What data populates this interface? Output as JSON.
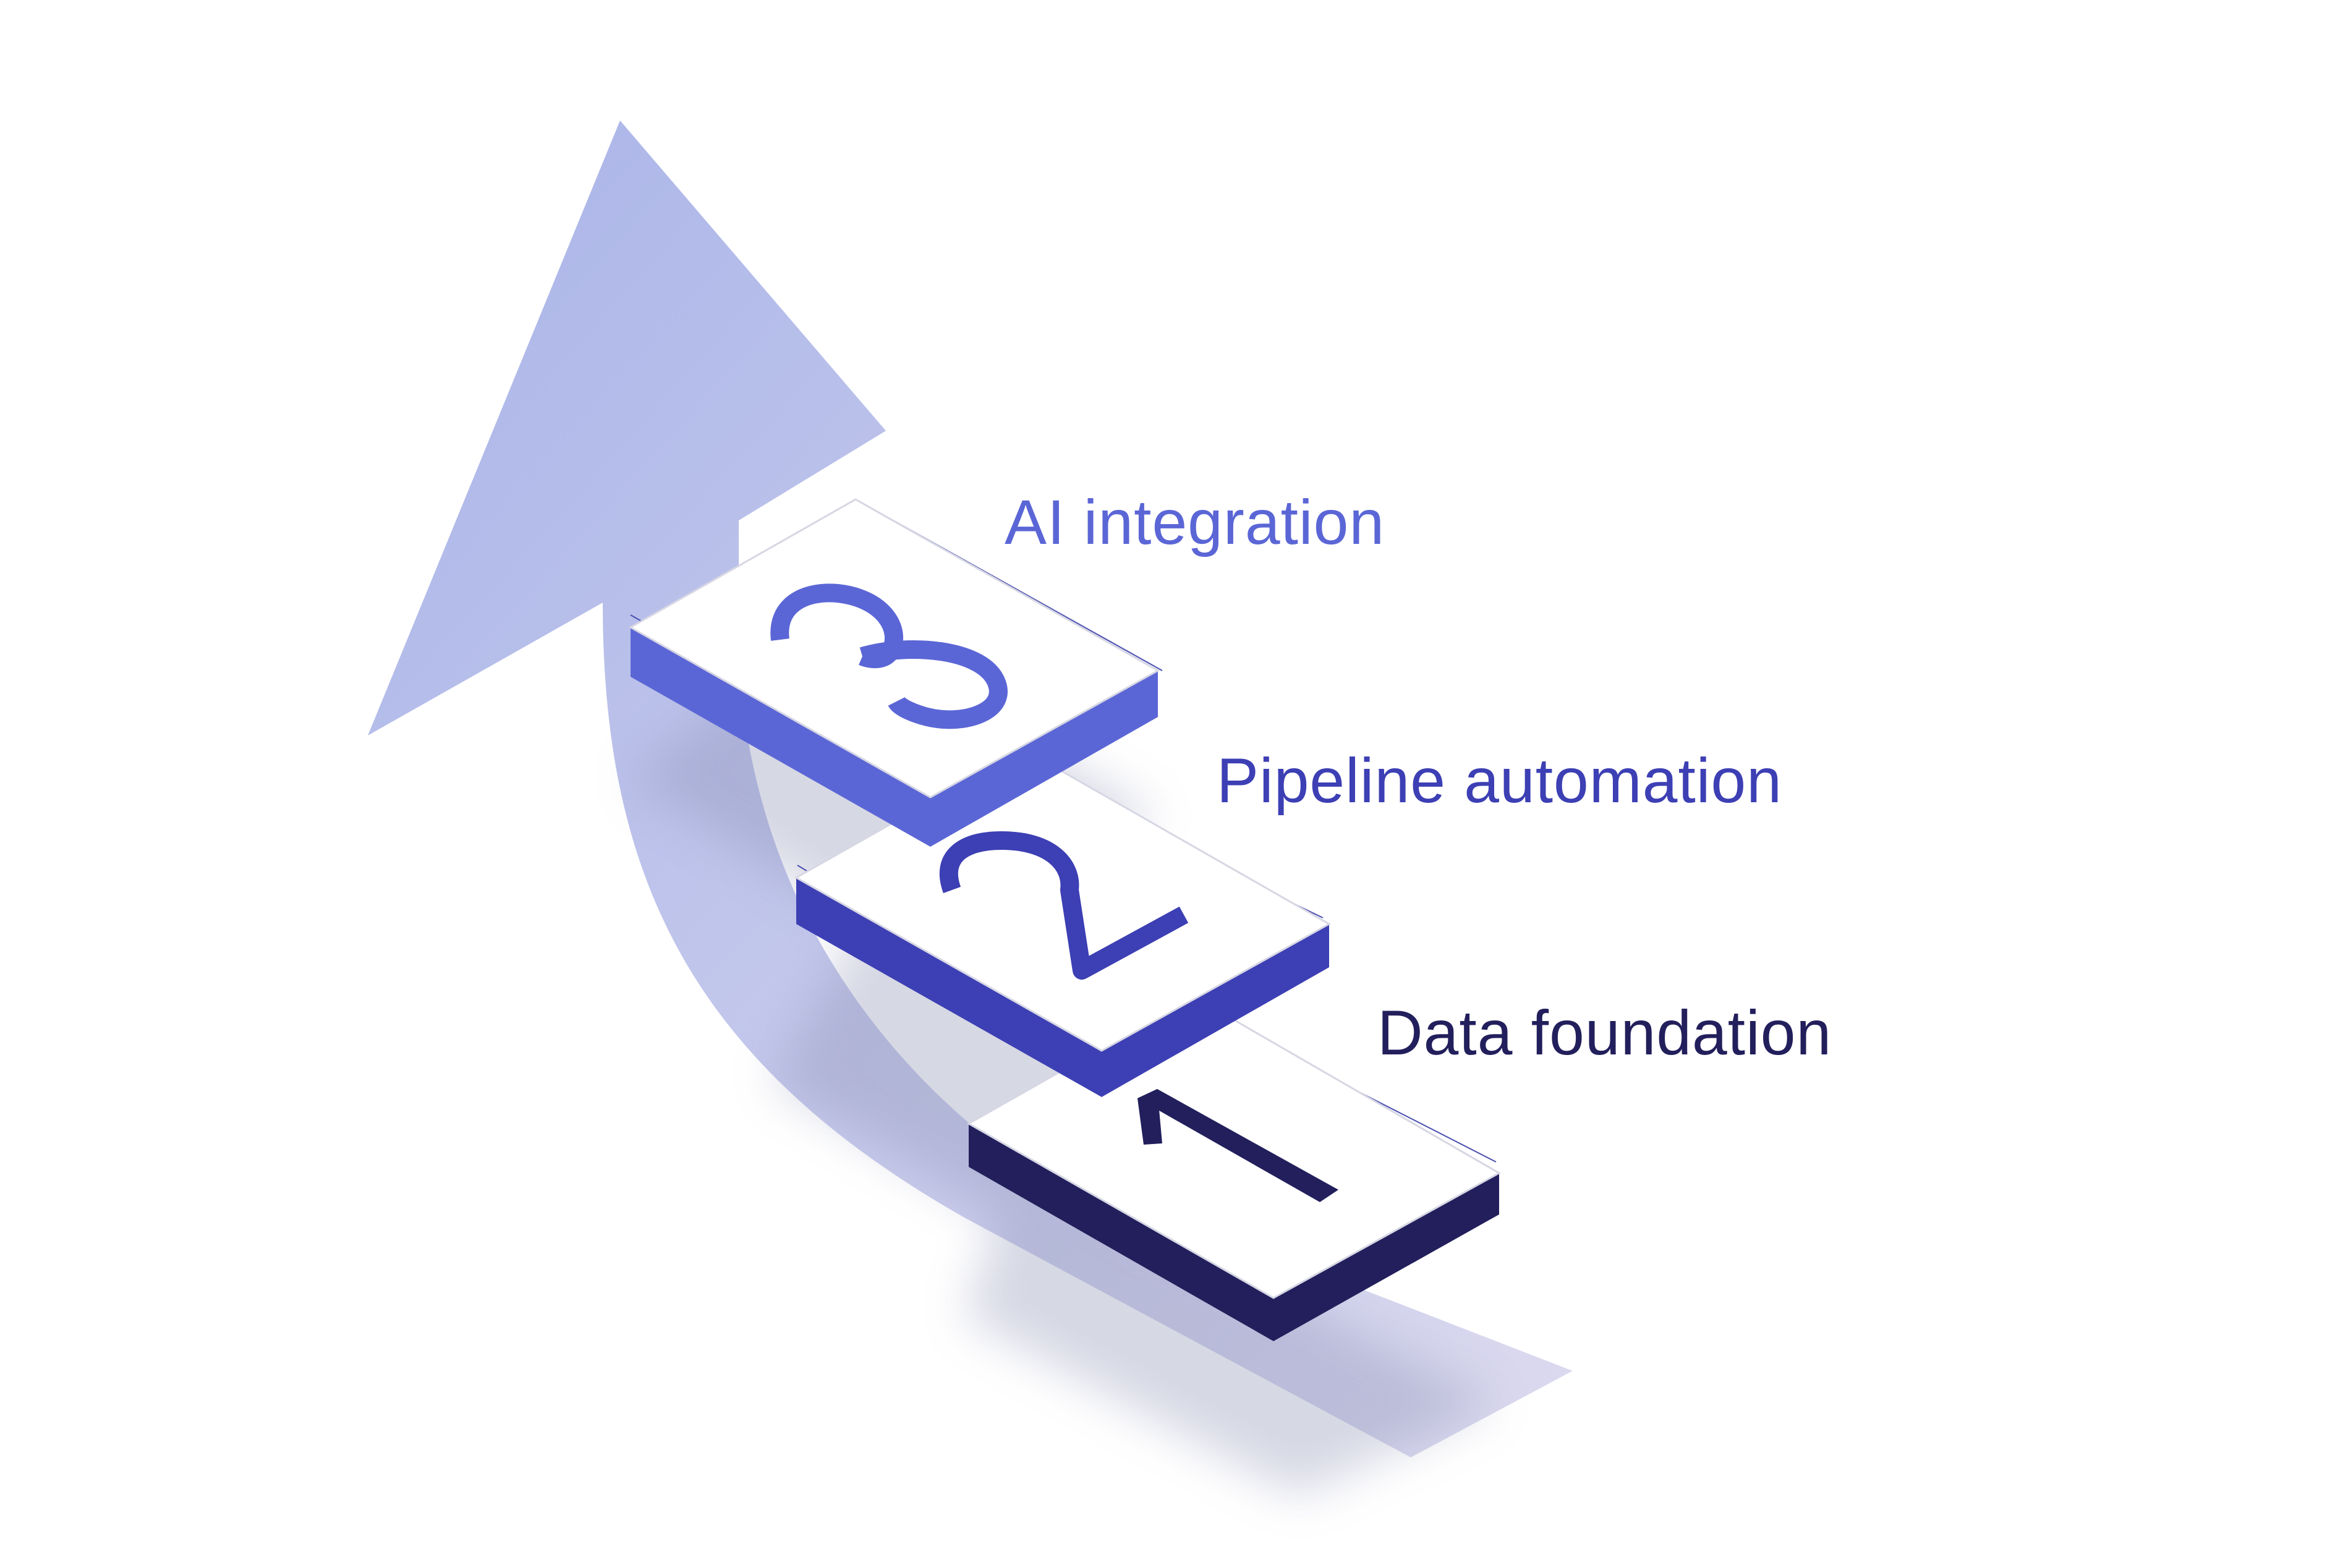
{
  "colors": {
    "background": "#ffffff",
    "arrow_top": "#a9b4e8",
    "arrow_bottom": "#d9d6ee",
    "tile_top": "#ffffff",
    "step3_accent": "#5b66d6",
    "step2_accent": "#3d3fb4",
    "step1_accent": "#221f5c",
    "connector_line": "#4a4fb0"
  },
  "arrow": {
    "icon": "upward-curved-arrow-icon",
    "direction": "up"
  },
  "steps": [
    {
      "number": "3",
      "label": "AI integration",
      "color": "#5b66d6"
    },
    {
      "number": "2",
      "label": "Pipeline automation",
      "color": "#3d3fb4"
    },
    {
      "number": "1",
      "label": "Data foundation",
      "color": "#221f5c"
    }
  ]
}
